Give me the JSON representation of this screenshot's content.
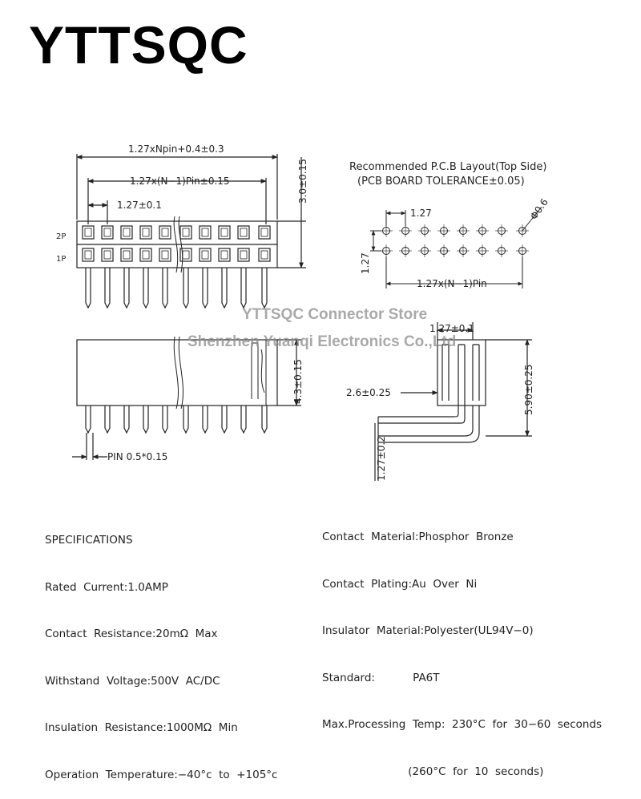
{
  "brand": "YTTSQC",
  "watermark": {
    "line1": "YTTSQC Connector Store",
    "line2": "Shenzhen Yuanqi Electronics Co.,Ltd"
  },
  "front_view": {
    "dim_total": "1.27xNpin+0.4±0.3",
    "dim_span": "1.27x(N−1)Pin±0.15",
    "dim_pitch": "1.27±0.1",
    "dim_height": "3.0±0.15",
    "row_top": "2P",
    "row_bottom": "1P"
  },
  "pcb_layout": {
    "title": "Recommended P.C.B Layout(Top Side)",
    "subtitle": "(PCB BOARD TOLERANCE±0.05)",
    "dim_pitch": "1.27",
    "dim_hole": "Φ0.6",
    "dim_row": "1.27",
    "dim_span": "1.27x(N−1)Pin"
  },
  "side_view": {
    "dim_height": "4.3±0.15",
    "dim_pin": "PIN 0.5*0.15"
  },
  "right_angle_view": {
    "dim_pitch": "1.27±0.1",
    "dim_offset": "2.6±0.25",
    "dim_height": "5.90±0.25",
    "dim_bottom": "1.27±0.2"
  },
  "specifications": {
    "heading": "SPECIFICATIONS",
    "left": [
      "Rated  Current:1.0AMP",
      "Contact  Resistance:20mΩ  Max",
      "Withstand  Voltage:500V  AC/DC",
      "Insulation  Resistance:1000MΩ  Min",
      "Operation  Temperature:−40°c  to  +105°c"
    ],
    "right": [
      "Contact  Material:Phosphor  Bronze",
      "Contact  Plating:Au  Over  Ni",
      "Insulator  Material:Polyester(UL94V−0)",
      "Standard:           PA6T",
      "Max.Processing  Temp:  230°C  for  30−60  seconds",
      "                         (260°C  for  10  seconds)"
    ]
  }
}
